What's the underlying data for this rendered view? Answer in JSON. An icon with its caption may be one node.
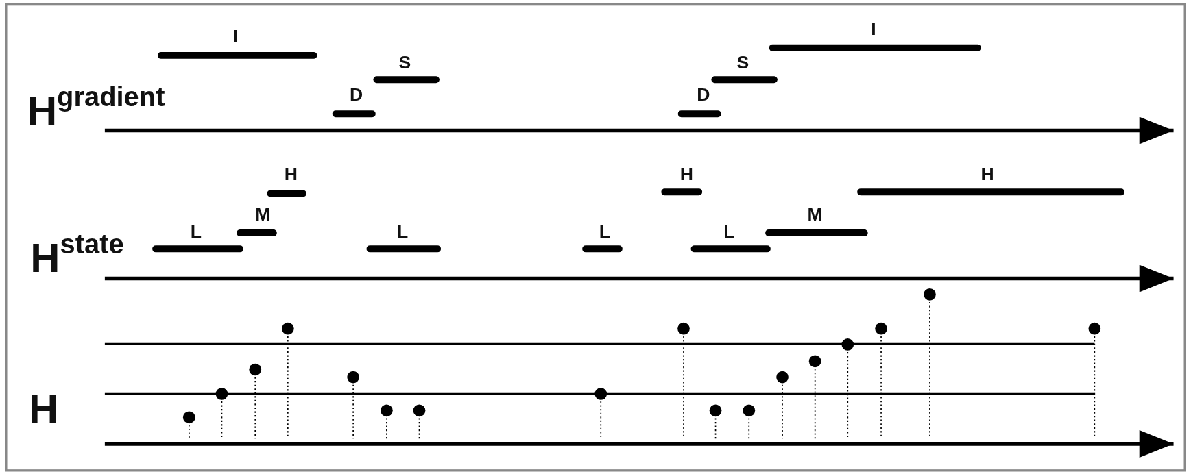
{
  "diagram": {
    "labels": [
      "H$^{gradient}$",
      "I",
      "D",
      "S",
      "D",
      "S",
      "I",
      "H$^{state}$",
      "L",
      "M",
      "H",
      "L",
      "L",
      "H",
      "L",
      "M",
      "H",
      "H"
    ]
  }
}
